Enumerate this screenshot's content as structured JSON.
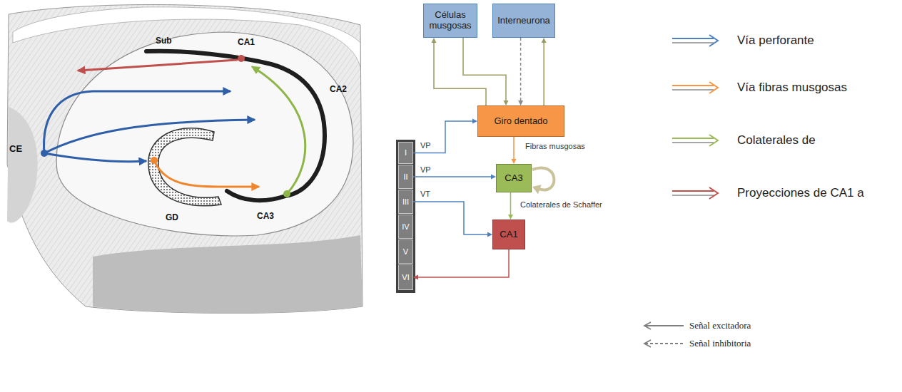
{
  "diagram": {
    "nodes": [
      {
        "text": [
          "Células musgosas"
        ]
      },
      {
        "text": [
          "Interneurona"
        ]
      },
      {
        "text": [
          "Giro dentado"
        ]
      },
      {
        "text": [
          "I"
        ]
      },
      {
        "text": [
          "II"
        ]
      },
      {
        "text": [
          "III"
        ]
      },
      {
        "text": [
          "IV"
        ]
      },
      {
        "text": [
          "V"
        ]
      },
      {
        "text": [
          "VI"
        ]
      },
      {
        "text": [
          "CA3"
        ]
      },
      {
        "text": [
          "CA1"
        ]
      }
    ],
    "edges": [
      {
        "from": 2,
        "to": 0,
        "arrow": "to"
      },
      {
        "from": 0,
        "to": 2,
        "arrow": "to"
      },
      {
        "from": 1,
        "to": 2,
        "arrow": "to"
      },
      {
        "from": 2,
        "to": 1,
        "arrow": "to"
      },
      {
        "from": 3,
        "to": 2,
        "arrow": "to",
        "label": "VP"
      },
      {
        "from": 4,
        "to": 9,
        "arrow": "to",
        "label": "VP"
      },
      {
        "from": 5,
        "to": 10,
        "arrow": "to",
        "label": "VT"
      },
      {
        "from": 2,
        "to": 9,
        "arrow": "to",
        "label": "Fibras musgosas"
      },
      {
        "from": 9,
        "to": 10,
        "arrow": "to",
        "label": "Colaterales de Schaffer"
      },
      {
        "from": 9,
        "to": 9,
        "arrow": "to"
      },
      {
        "from": 10,
        "to": 8,
        "arrow": "to"
      }
    ],
    "labels": [
      "CA1",
      "Sub",
      "CA2",
      "CE",
      "GD",
      "CA3"
    ],
    "legend": [
      {
        "text": "Vía perforante"
      },
      {
        "text": "Vía fibras musgosas"
      },
      {
        "text": "Colaterales de"
      },
      {
        "text": "Proyecciones de CA1 a"
      },
      {
        "text": "Señal excitadora"
      },
      {
        "text": "Señal inhibitoria"
      }
    ]
  }
}
